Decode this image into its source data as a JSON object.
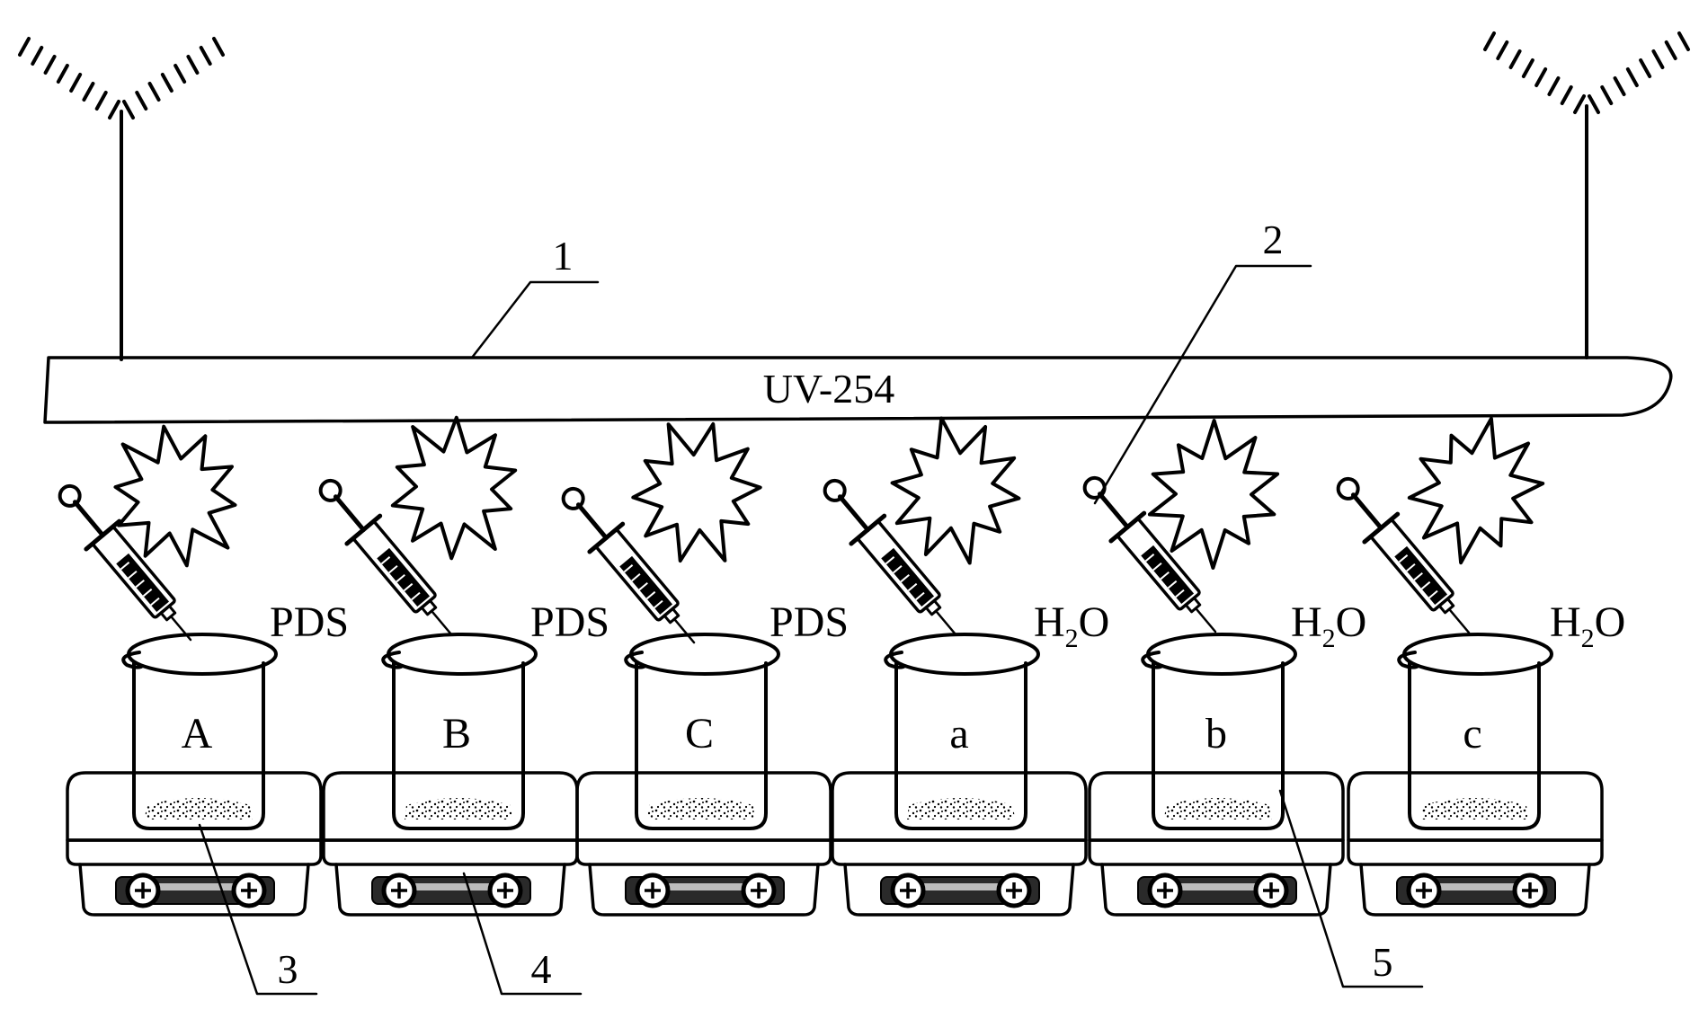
{
  "lamp": {
    "label": "UV-254"
  },
  "callouts": [
    "1",
    "2",
    "3",
    "4",
    "5"
  ],
  "stations": [
    {
      "vessel_label": "A",
      "reagent": "PDS",
      "reagent_sub": ""
    },
    {
      "vessel_label": "B",
      "reagent": "PDS",
      "reagent_sub": ""
    },
    {
      "vessel_label": "C",
      "reagent": "PDS",
      "reagent_sub": ""
    },
    {
      "vessel_label": "a",
      "reagent": "H",
      "reagent_sub": "2",
      "reagent_tail": "O"
    },
    {
      "vessel_label": "b",
      "reagent": "H",
      "reagent_sub": "2",
      "reagent_tail": "O"
    },
    {
      "vessel_label": "c",
      "reagent": "H",
      "reagent_sub": "2",
      "reagent_tail": "O"
    }
  ],
  "icons": {
    "light": "uv-burst-icon",
    "syringe": "syringe-icon",
    "beaker": "beaker-icon",
    "stirrer": "magnetic-stirrer-icon",
    "mount": "lamp-hanger-icon"
  }
}
